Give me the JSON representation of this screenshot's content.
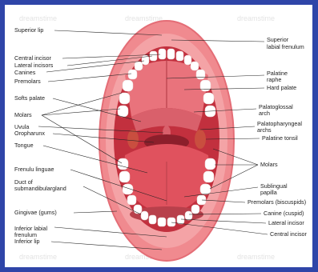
{
  "colors": {
    "frame": "#2f45a8",
    "lip": "#f08a8f",
    "lip_dark": "#e46d76",
    "gum": "#f4a3a6",
    "mouth": "#c2303e",
    "palate": "#e9737c",
    "tongue": "#e0525e",
    "tooth": "#ffffff",
    "tonsil": "#c94e3f"
  },
  "labels_left": [
    {
      "id": "superior-lip",
      "text": "Superior lip"
    },
    {
      "id": "central-incisor",
      "text": "Central incisor"
    },
    {
      "id": "lateral-incisors",
      "text": "Lateral incisors"
    },
    {
      "id": "canines",
      "text": "Canines"
    },
    {
      "id": "premolars",
      "text": "Premolars"
    },
    {
      "id": "softs-palate",
      "text": "Softs palate"
    },
    {
      "id": "molars",
      "text": "Molars"
    },
    {
      "id": "uvula",
      "text": "Uvula"
    },
    {
      "id": "oropharunx",
      "text": "Oropharunx"
    },
    {
      "id": "tongue",
      "text": "Tongue"
    },
    {
      "id": "frenulu-linguae",
      "text": "Frenulu linguae"
    },
    {
      "id": "duct-1",
      "text": "Duct of"
    },
    {
      "id": "duct-2",
      "text": "submandibulargland"
    },
    {
      "id": "gingivae",
      "text": "Gingivae (gums)"
    },
    {
      "id": "inferior-labial-1",
      "text": "Inferior labial"
    },
    {
      "id": "inferior-labial-2",
      "text": "frenulum"
    },
    {
      "id": "inferior-lip",
      "text": "Inferior lip"
    }
  ],
  "labels_right": [
    {
      "id": "superior-labial-1",
      "text": "Superior"
    },
    {
      "id": "superior-labial-2",
      "text": "labial frenulum"
    },
    {
      "id": "palatine-raphe-1",
      "text": "Palatine"
    },
    {
      "id": "palatine-raphe-2",
      "text": "raphe"
    },
    {
      "id": "hard-palate",
      "text": "Hard palate"
    },
    {
      "id": "palatoglossal-1",
      "text": "Palatoglossal"
    },
    {
      "id": "palatoglossal-2",
      "text": "arch"
    },
    {
      "id": "palatopharyngeal-1",
      "text": "Palatopharyngeal"
    },
    {
      "id": "palatopharyngeal-2",
      "text": "archs"
    },
    {
      "id": "palatine-tonsil",
      "text": "Palatine tonsil"
    },
    {
      "id": "molars-r",
      "text": "Molars"
    },
    {
      "id": "sublingual-1",
      "text": "Sublingual"
    },
    {
      "id": "sublingual-2",
      "text": "papilla"
    },
    {
      "id": "premolars-r",
      "text": "Premolars (biscuspids)"
    },
    {
      "id": "canine-r",
      "text": "Canine (cuspid)"
    },
    {
      "id": "lateral-incisor-r",
      "text": "Lateral incisor"
    },
    {
      "id": "central-incisor-r",
      "text": "Central incisor"
    }
  ]
}
